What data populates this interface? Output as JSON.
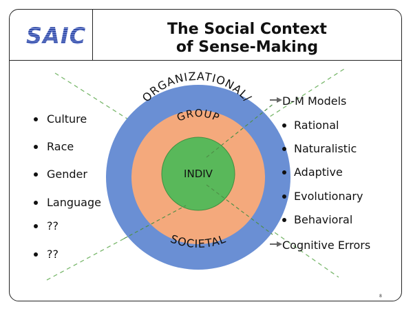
{
  "header": {
    "logo": "SAIC",
    "title_line1": "The Social Context",
    "title_line2": "of Sense-Making"
  },
  "diagram": {
    "outer_ring_top": "ORGANIZATIONAL/",
    "outer_ring_bottom": "SOCIETAL",
    "middle_ring": "GROUP",
    "center": "INDIV",
    "colors": {
      "outer": "#6a8fd4",
      "middle": "#f4a97c",
      "center": "#59b85a",
      "dashed_line": "#7ab86d"
    }
  },
  "left_list": [
    "Culture",
    "Race",
    "Gender",
    "Language",
    "??",
    "??"
  ],
  "right_list": {
    "models_heading": "D-M Models",
    "models": [
      "Rational",
      "Naturalistic",
      "Adaptive",
      "Evolutionary",
      "Behavioral"
    ],
    "errors_heading": "Cognitive Errors"
  },
  "footer": {
    "page_number": "8"
  }
}
